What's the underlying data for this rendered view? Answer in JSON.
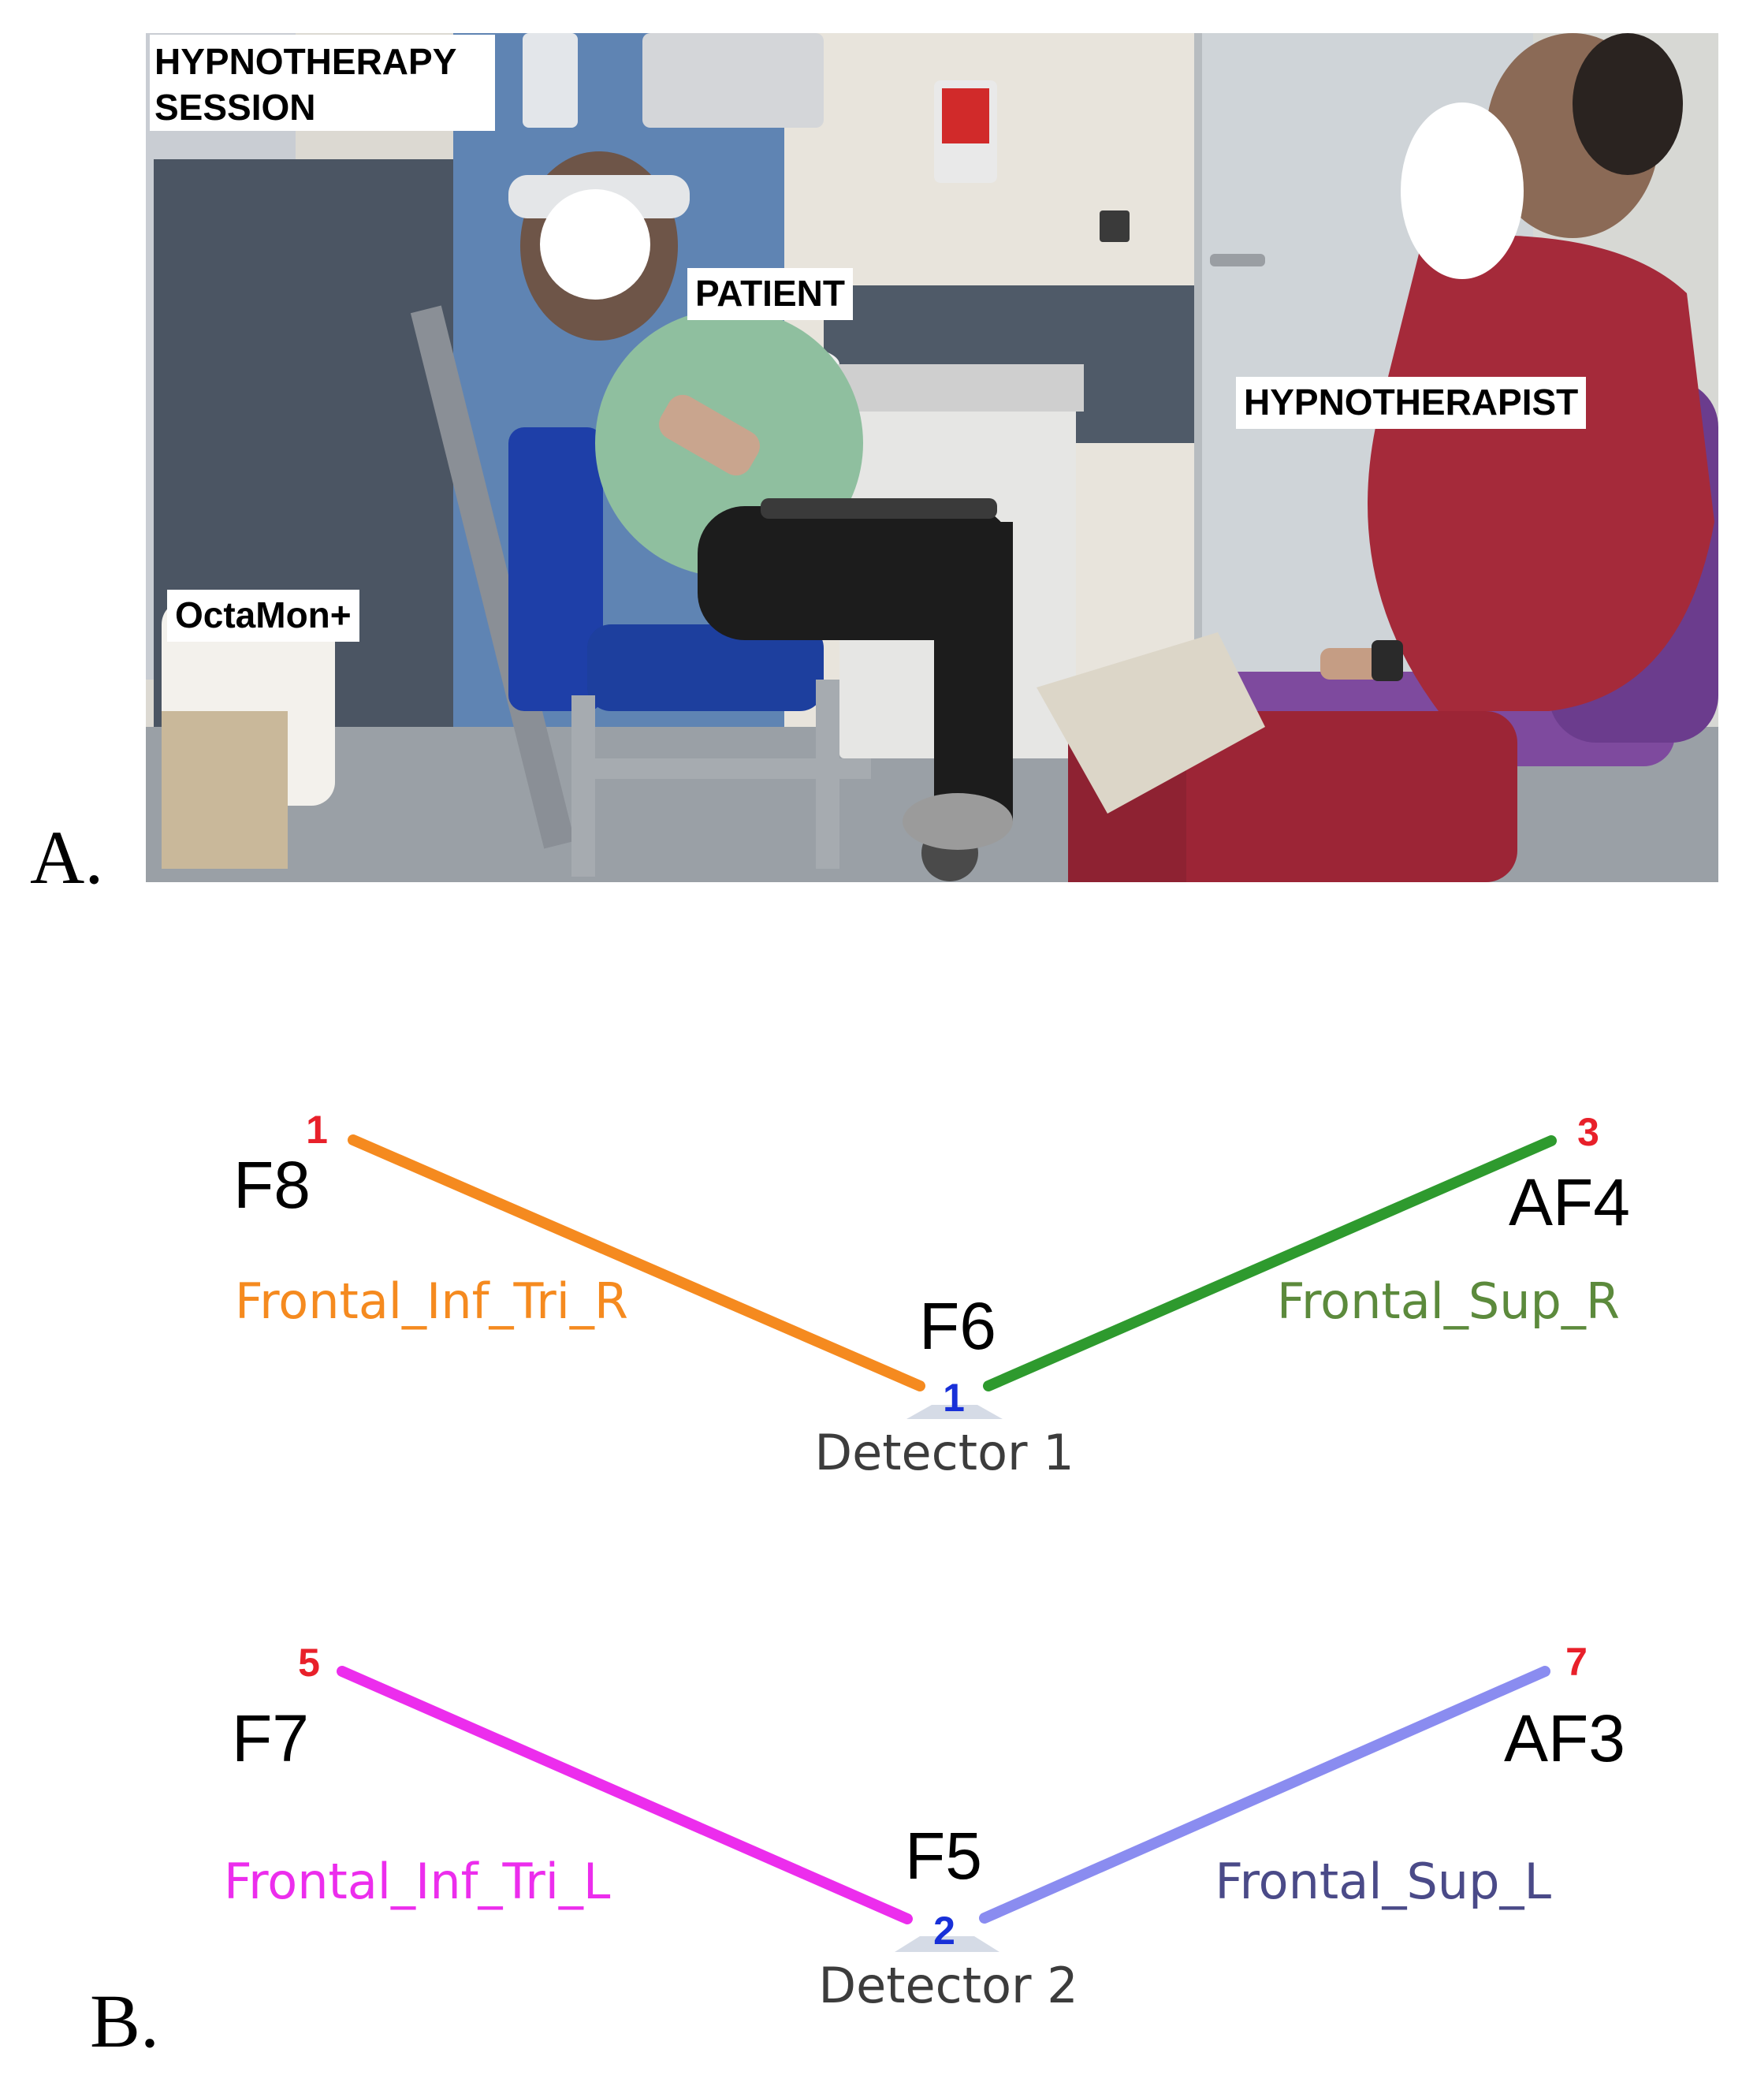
{
  "panel_a": {
    "letter": "A.",
    "labels": {
      "session": "HYPNOTHERAPY\nSESSION",
      "patient": "PATIENT",
      "therapist": "HYPNOTHERAPIST",
      "device": "OctaMon+"
    }
  },
  "panel_b": {
    "letter": "B.",
    "detector_1": {
      "number": "1",
      "name": "Detector 1",
      "position": "F6",
      "channels": [
        {
          "source": "1",
          "position": "F8",
          "region": "Frontal_Inf_Tri_R",
          "color": "#f58a1f"
        },
        {
          "source": "3",
          "position": "AF4",
          "region": "Frontal_Sup_R",
          "color": "#2e9a2e"
        }
      ]
    },
    "detector_2": {
      "number": "2",
      "name": "Detector 2",
      "position": "F5",
      "channels": [
        {
          "source": "5",
          "position": "F7",
          "region": "Frontal_Inf_Tri_L",
          "color": "#ec2ded"
        },
        {
          "source": "7",
          "position": "AF3",
          "region": "Frontal_Sup_L",
          "color": "#8a8cf0"
        }
      ]
    }
  },
  "colors": {
    "source_number": "#e8202a",
    "detector_number": "#1830d8",
    "region_sup_l_text": "#4a4a88",
    "region_sup_r_text": "#5c8a3c"
  }
}
